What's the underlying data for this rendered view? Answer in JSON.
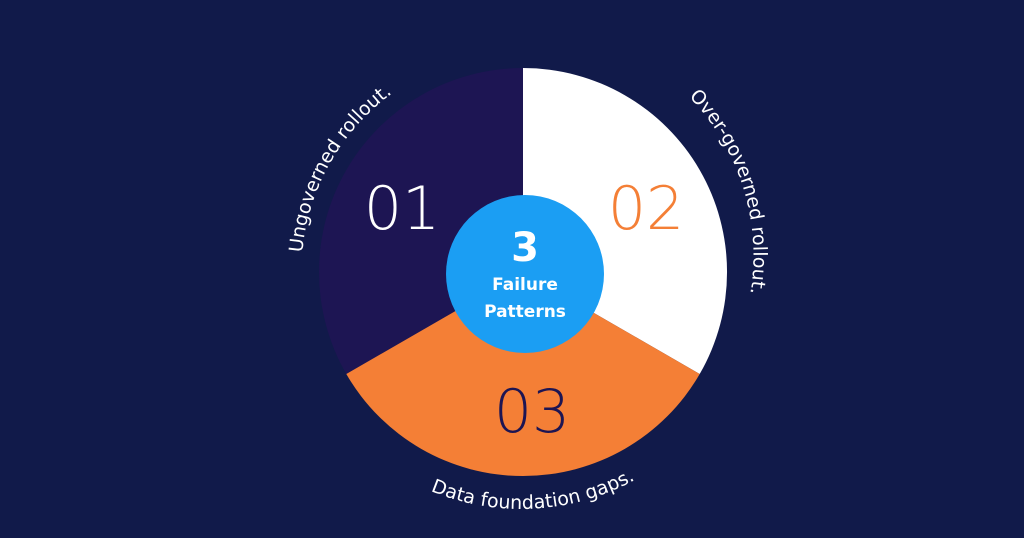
{
  "diagram": {
    "center": {
      "number": "3",
      "line1": "Failure",
      "line2": "Patterns"
    },
    "segments": [
      {
        "number": "01",
        "label": "Ungoverned rollout.",
        "fill": "#1d1553",
        "number_color": "#ffffff"
      },
      {
        "number": "02",
        "label": "Over-governed rollout.",
        "fill": "#ffffff",
        "number_color": "#f47f36"
      },
      {
        "number": "03",
        "label": "Data foundation gaps.",
        "fill": "#f47f36",
        "number_color": "#1d1553"
      }
    ],
    "colors": {
      "background": "#111a4a",
      "center_circle": "#1b9ef3"
    }
  }
}
